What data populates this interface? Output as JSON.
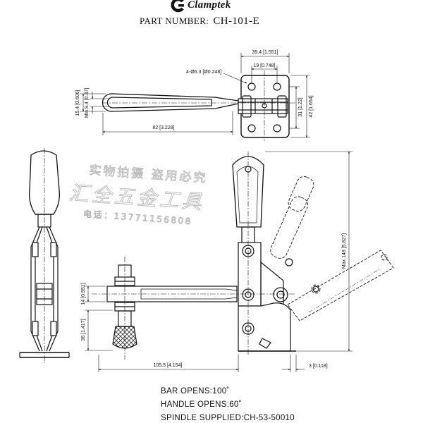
{
  "header": {
    "brand": "Clamptek",
    "part_number_label": "PART NUMBER:",
    "part_number": "CH-101-E"
  },
  "watermark": {
    "line1": "实物拍摄 盗用必究",
    "line2": "汇全五金工具",
    "line3": "电话：13771156808"
  },
  "top_view": {
    "width_overall": "39.4 [1.551]",
    "width_holes": "19 [0.748]",
    "hole_spec": "4-Ø6.3 [Ø0.248]",
    "height_holes": "31 [1.22]",
    "height_overall": "42 [1.654]",
    "handle_length": "82 [3.228]",
    "handle_width": "15.4 [0.606]",
    "handle_min": "Min.9.4 [0.37]"
  },
  "side_view": {
    "bar_reach": "105.5 [4.154]",
    "base_offset": "3 [0.118]",
    "bar_height": "14 [0.551]",
    "spindle_height": "36 [1.417]",
    "max_height": "Max.148 [5.827]"
  },
  "specs": {
    "bar_opens": "BAR OPENS:100˚",
    "handle_opens": "HANDLE OPENS:60˚",
    "spindle": "SPINDLE SUPPLIED:CH-53-50010"
  },
  "colors": {
    "line": "#111111",
    "watermark": "#b8b8b8"
  }
}
